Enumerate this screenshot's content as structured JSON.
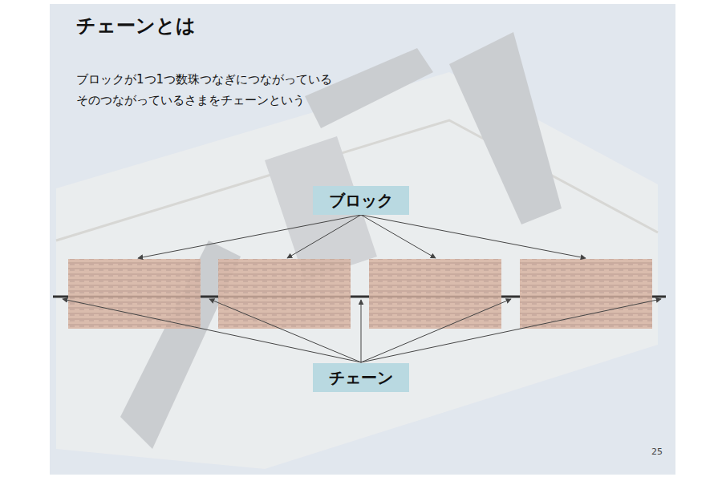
{
  "diagram": {
    "title": "チェーンとは",
    "nodes": [
      {
        "text": [
          "ブロック"
        ]
      },
      {
        "text": [
          "チェーン"
        ]
      }
    ],
    "labels": [
      "ブロックが1つ1つ数珠つなぎにつながっている",
      "そのつながっているさまをチェーンという",
      "25"
    ]
  }
}
